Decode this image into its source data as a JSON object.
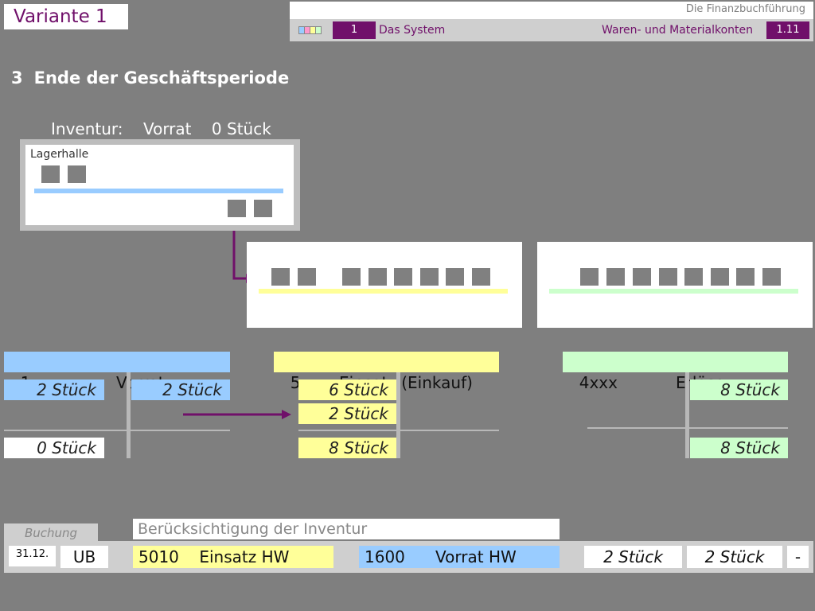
{
  "variant": "Variante 1",
  "header": {
    "book_title": "Die Finanzbuchführung",
    "chapter_number": "1",
    "chapter_title": "Das System",
    "section_title": "Waren- und Materialkonten",
    "section_number": "1.11",
    "swatch_colors": [
      "#99ccff",
      "#ff99cc",
      "#ffff99",
      "#ccffcc"
    ]
  },
  "heading": {
    "number": "3",
    "title": "Ende der Geschäftsperiode"
  },
  "inventur": "Inventur:    Vorrat    0 Stück",
  "warehouse": {
    "label": "Lagerhalle"
  },
  "accounts": {
    "vorrat": {
      "number": "1xxx",
      "name": "Vorrat",
      "debit": [
        "2 Stück"
      ],
      "credit": [
        "2 Stück"
      ],
      "balance": "0 Stück"
    },
    "einsatz": {
      "number": "5xxx",
      "name": "Einsatz (Einkauf)",
      "debit": [
        "6 Stück",
        "2 Stück"
      ],
      "total": "8 Stück"
    },
    "erloese": {
      "number": "4xxx",
      "name": "Erlöse",
      "credit": [
        "8 Stück"
      ],
      "total": "8 Stück"
    }
  },
  "booking": {
    "tab_label": "Buchung",
    "description": "Berücksichtigung der Inventur",
    "date": "31.12.",
    "type": "UB",
    "debit_account": "5010    Einsatz HW",
    "credit_account": "1600      Vorrat HW",
    "debit_amount": "2 Stück",
    "credit_amount": "2 Stück",
    "extra": "-"
  },
  "colors": {
    "accent": "#70106a",
    "blue": "#99ccff",
    "yellow": "#ffff99",
    "green": "#ccffcc"
  }
}
